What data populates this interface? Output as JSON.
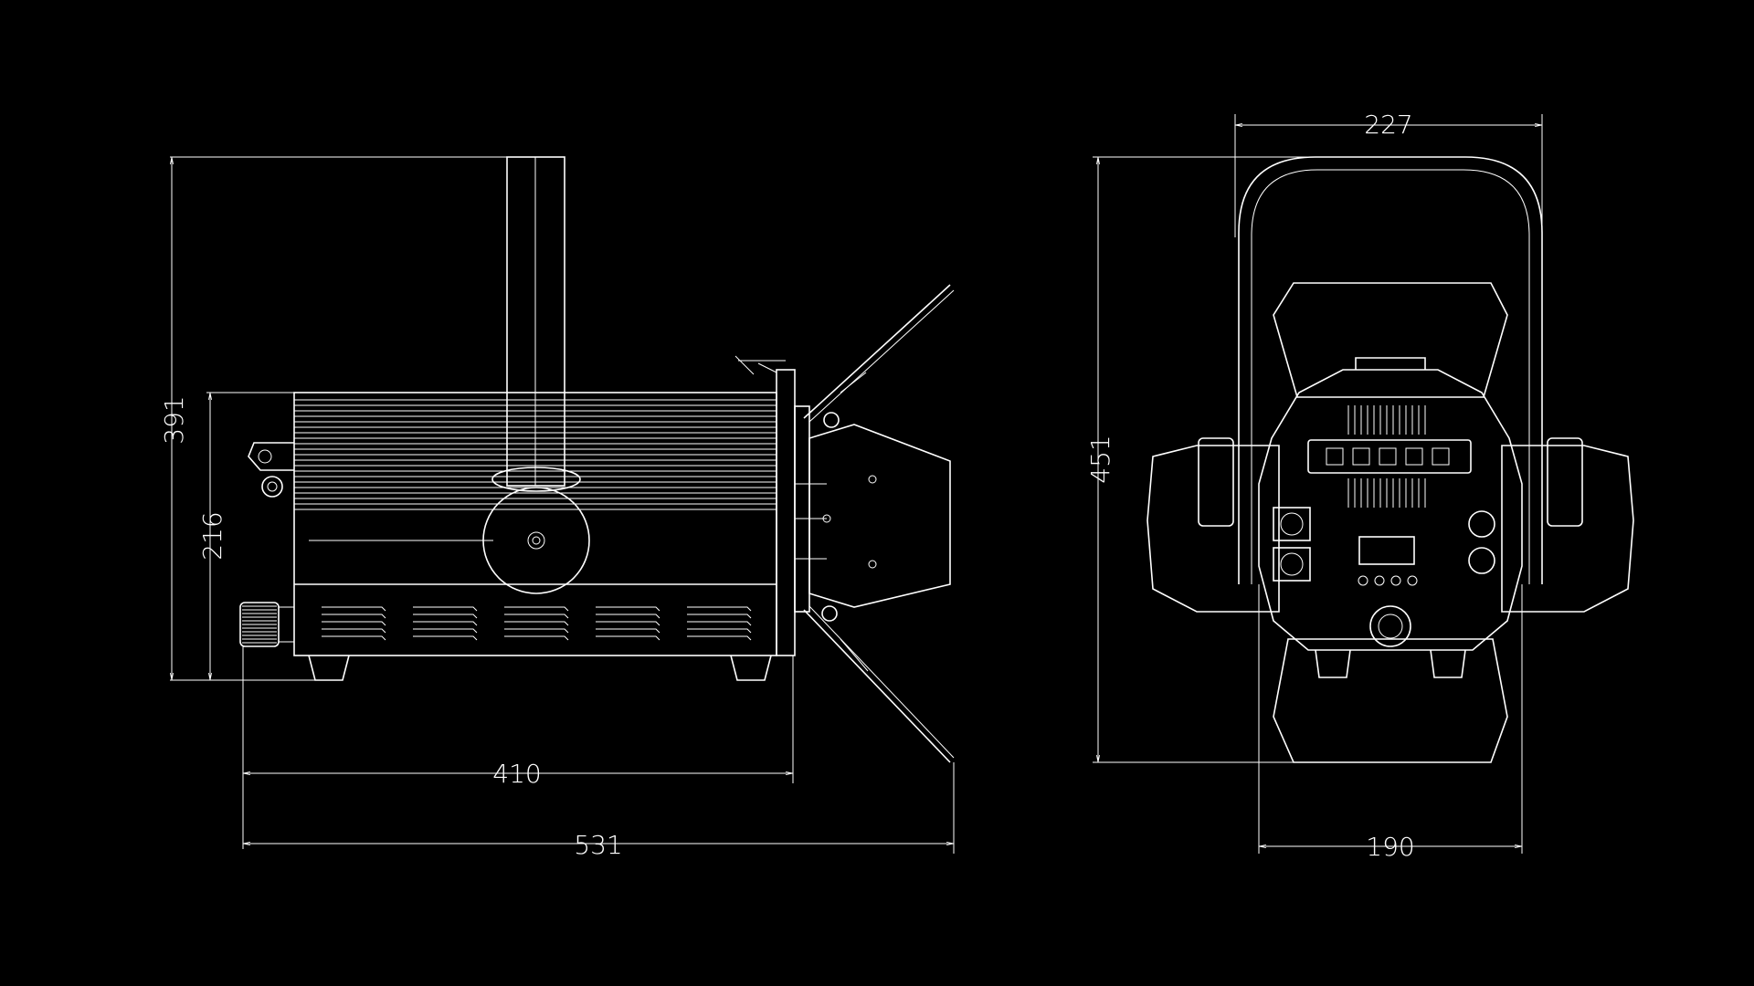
{
  "colors": {
    "background": "#000000",
    "line": "#ffffff"
  },
  "dimensions": {
    "side_total_height": "391",
    "side_body_height": "216",
    "side_body_length": "410",
    "side_total_length": "531",
    "front_top_width": "227",
    "front_total_height": "451",
    "front_bottom_width": "190"
  }
}
